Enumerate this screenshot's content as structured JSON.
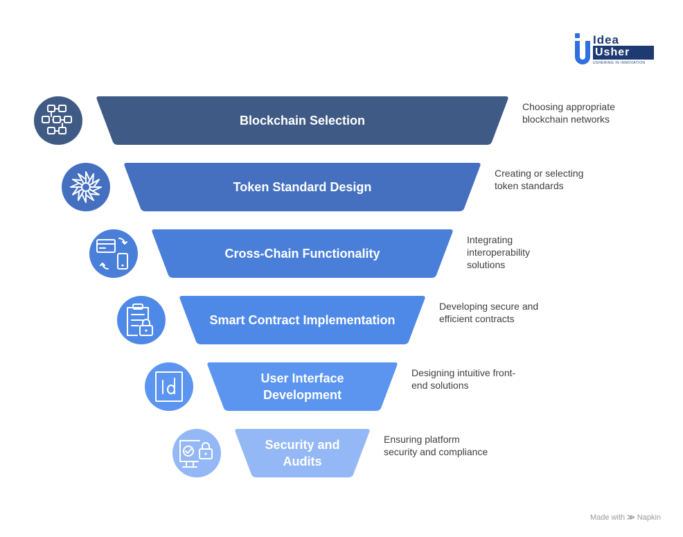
{
  "logo": {
    "word1": "Idea",
    "word2": "Usher",
    "tagline": "USHERING IN INNOVATION"
  },
  "stages": [
    {
      "title_lines": [
        "Blockchain Selection"
      ],
      "description": [
        "Choosing appropriate",
        "blockchain networks"
      ],
      "color": "#3f5a84",
      "icon": "blockchain-network-icon"
    },
    {
      "title_lines": [
        "Token Standard Design"
      ],
      "description": [
        "Creating or selecting",
        "token standards"
      ],
      "color": "#4470bf",
      "icon": "token-burst-icon"
    },
    {
      "title_lines": [
        "Cross-Chain Functionality"
      ],
      "description": [
        "Integrating",
        "interoperability",
        "solutions"
      ],
      "color": "#4a7fd9",
      "icon": "device-sync-icon"
    },
    {
      "title_lines": [
        "Smart Contract Implementation"
      ],
      "description": [
        "Developing secure and",
        "efficient contracts"
      ],
      "color": "#4f89e8",
      "icon": "secure-clipboard-icon"
    },
    {
      "title_lines": [
        "User Interface",
        "Development"
      ],
      "description": [
        "Designing intuitive front-",
        "end solutions"
      ],
      "color": "#5b95f0",
      "icon": "id-frame-icon"
    },
    {
      "title_lines": [
        "Security and",
        "Audits"
      ],
      "description": [
        "Ensuring platform",
        "security and compliance"
      ],
      "color": "#94b8f5",
      "icon": "monitor-lock-icon"
    }
  ],
  "footer": {
    "made_with": "Made with",
    "brand": "Napkin"
  }
}
